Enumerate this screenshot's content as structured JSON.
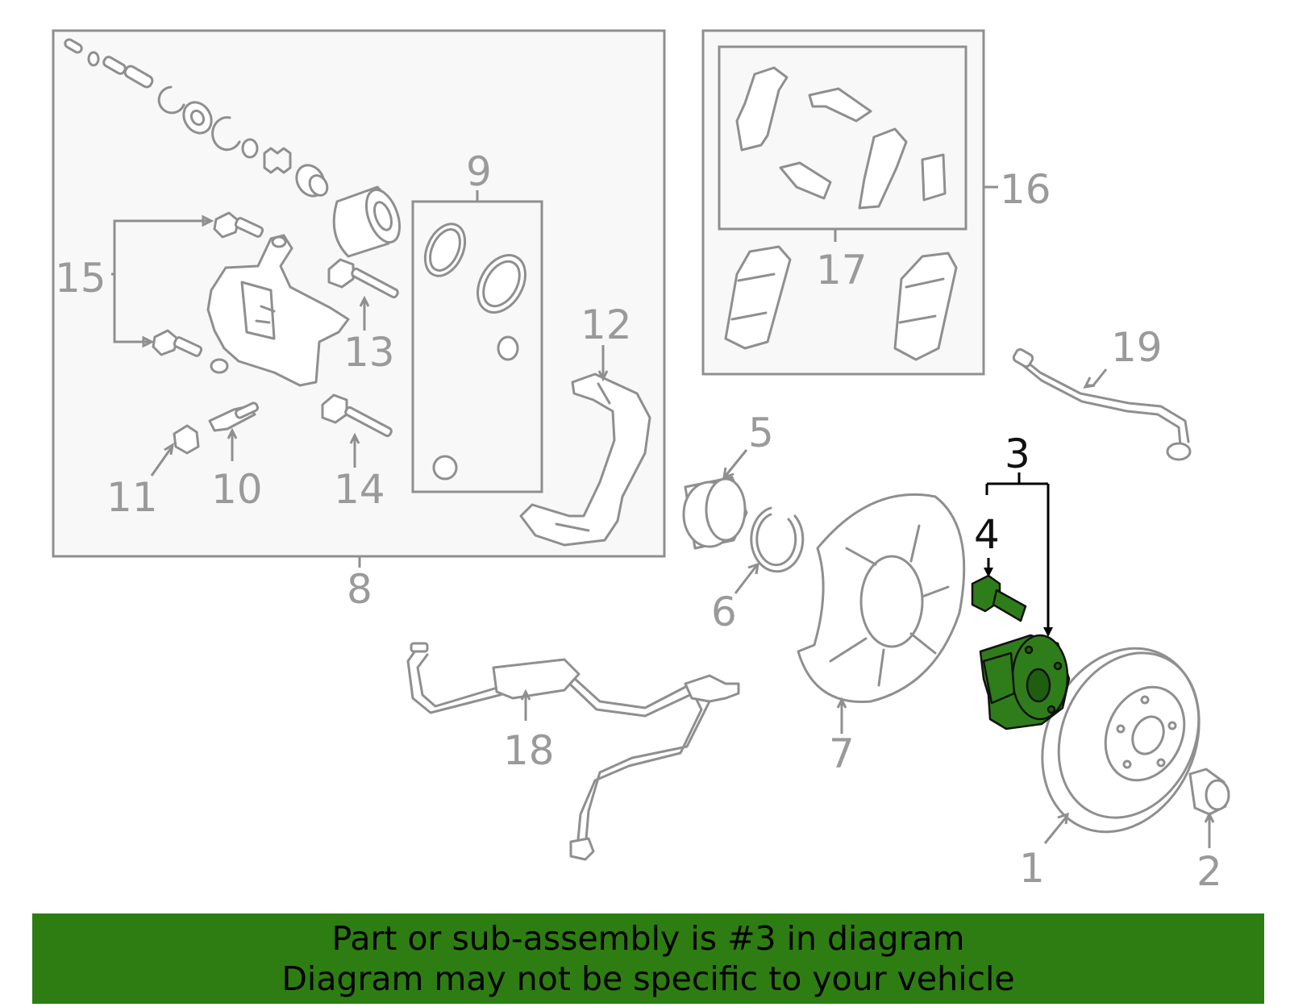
{
  "callouts": {
    "c1": "1",
    "c2": "2",
    "c3": "3",
    "c4": "4",
    "c5": "5",
    "c6": "6",
    "c7": "7",
    "c8": "8",
    "c9": "9",
    "c10": "10",
    "c11": "11",
    "c12": "12",
    "c13": "13",
    "c14": "14",
    "c15": "15",
    "c16": "16",
    "c17": "17",
    "c18": "18",
    "c19": "19"
  },
  "highlight_color": "#2f7d1a",
  "banner": {
    "color": "#2e7d12",
    "line1": "Part or sub-assembly is #3 in diagram",
    "line2": "Diagram may not be specific to your vehicle"
  }
}
